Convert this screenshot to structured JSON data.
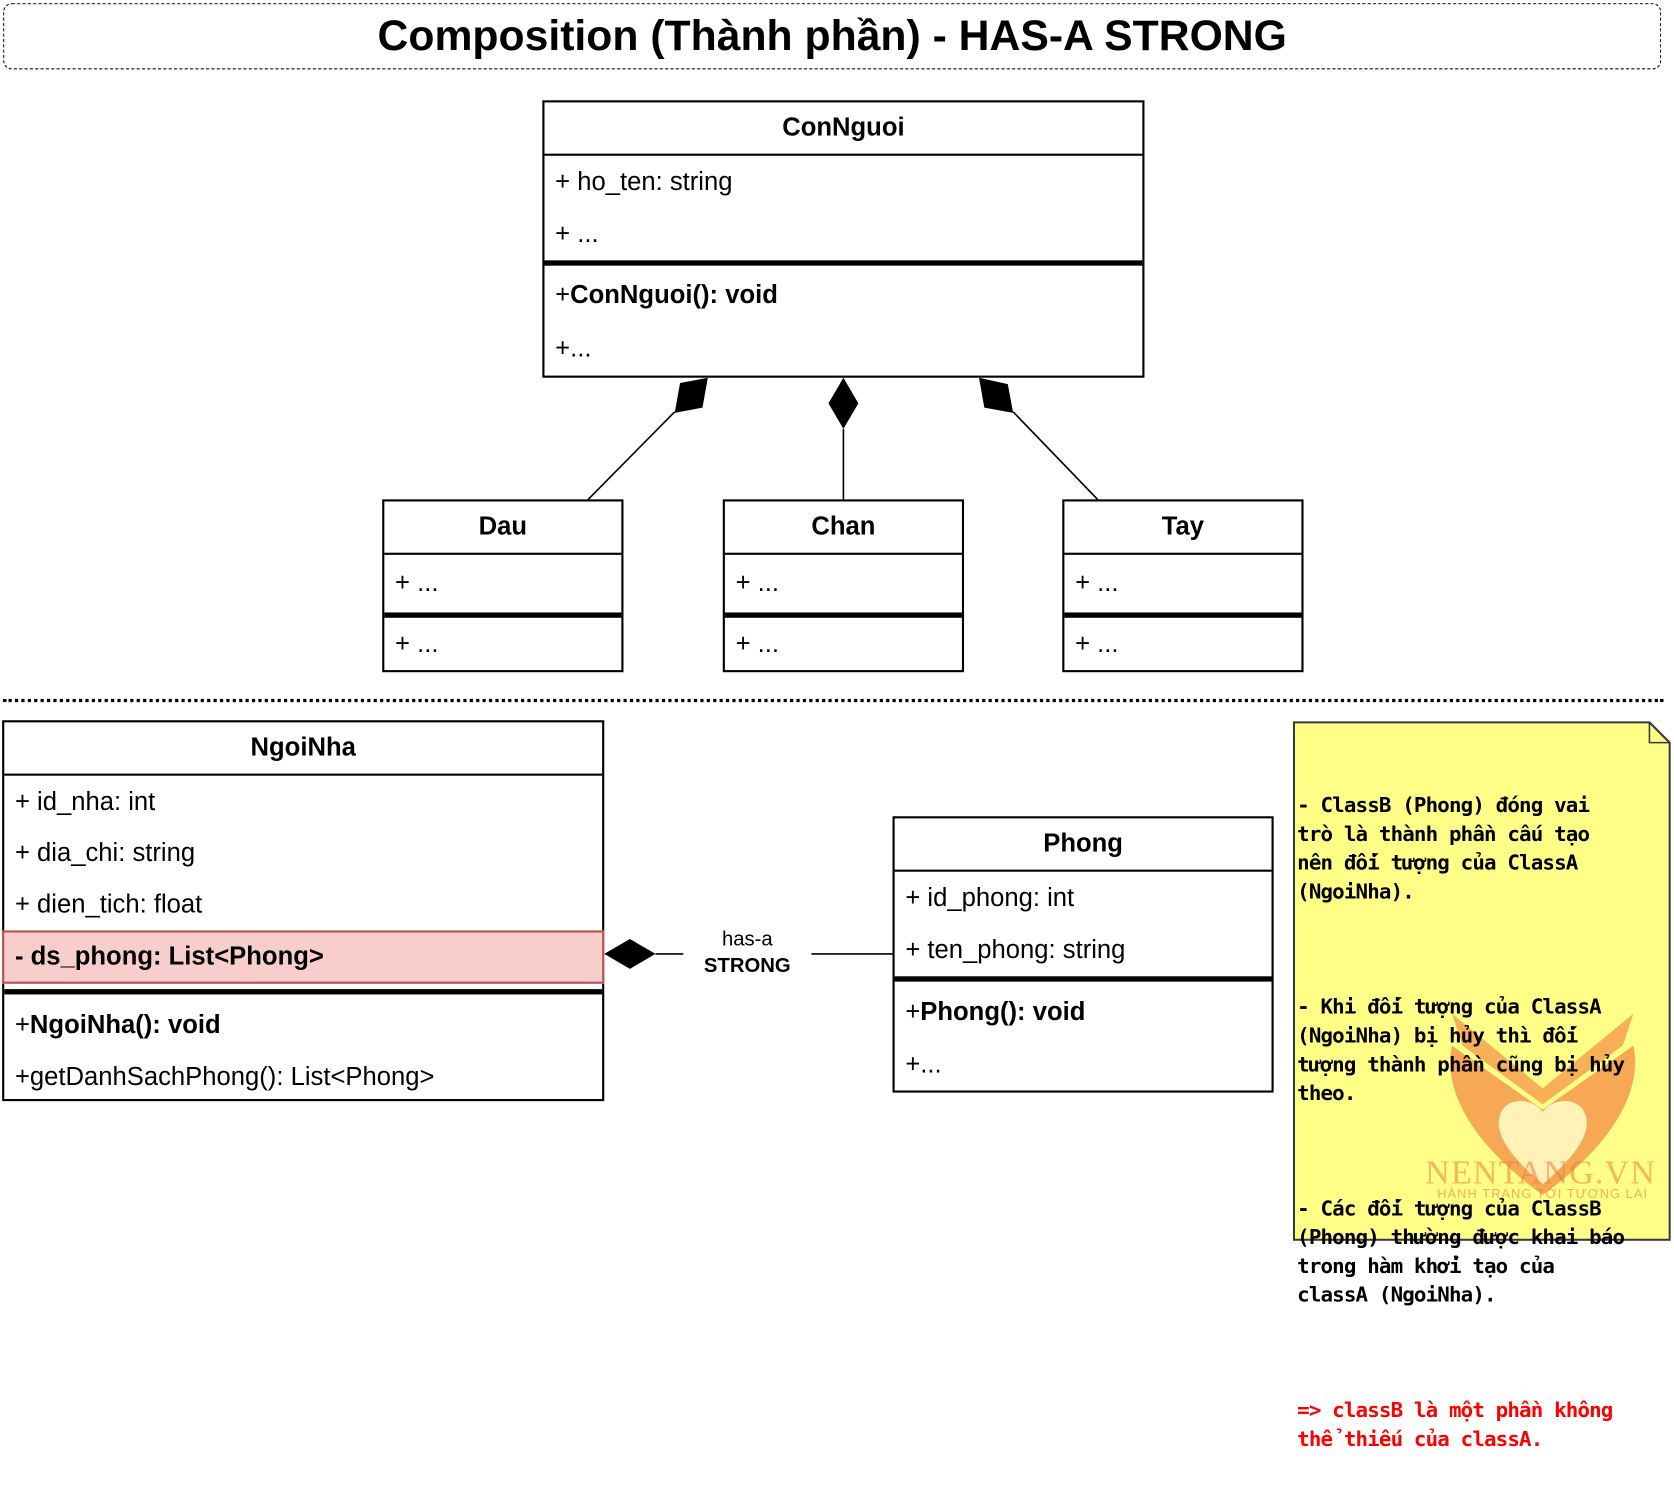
{
  "title": "Composition (Thành phần) - HAS-A STRONG",
  "top_diagram": {
    "whole": {
      "name": "ConNguoi",
      "attributes": [
        "+ ho_ten: string",
        "+ ..."
      ],
      "methods": [
        {
          "prefix": "+ ",
          "text": "ConNguoi(): void",
          "bold": true
        },
        {
          "prefix": "+ ",
          "text": "...",
          "bold": false
        }
      ]
    },
    "parts": [
      {
        "name": "Dau",
        "attributes": [
          "+ ..."
        ],
        "methods": [
          "+ ..."
        ]
      },
      {
        "name": "Chan",
        "attributes": [
          "+ ..."
        ],
        "methods": [
          "+ ..."
        ]
      },
      {
        "name": "Tay",
        "attributes": [
          "+ ..."
        ],
        "methods": [
          "+ ..."
        ]
      }
    ],
    "relation": "composition"
  },
  "bottom_diagram": {
    "whole": {
      "name": "NgoiNha",
      "attributes": [
        {
          "text": "+ id_nha: int",
          "highlighted": false
        },
        {
          "text": "+ dia_chi: string",
          "highlighted": false
        },
        {
          "text": "+ dien_tich: float",
          "highlighted": false
        },
        {
          "text": "- ds_phong: List<Phong>",
          "highlighted": true
        }
      ],
      "methods": [
        {
          "prefix": "+ ",
          "text": "NgoiNha(): void",
          "bold": true
        },
        {
          "prefix": "+ ",
          "text": "getDanhSachPhong(): List<Phong>",
          "bold": false
        }
      ]
    },
    "part": {
      "name": "Phong",
      "attributes": [
        "+ id_phong: int",
        "+ ten_phong: string"
      ],
      "methods": [
        {
          "prefix": "+ ",
          "text": "Phong(): void",
          "bold": true
        },
        {
          "prefix": "+ ",
          "text": "...",
          "bold": false
        }
      ]
    },
    "association_label_line1": "has-a",
    "association_label_line2": "STRONG"
  },
  "note": {
    "paragraphs": [
      "- ClassB (Phong) đóng vai\ntrò là thành phần cấu tạo\nnên đối tượng của ClassA\n(NgoiNha).",
      "- Khi đối tượng của ClassA\n(NgoiNha) bị hủy thì đối\ntượng thành phần cũng bị hủy\ntheo.",
      "- Các đối tượng của ClassB\n(Phong) thường được khai báo\ntrong hàm khởi tạo của\nclassA (NgoiNha)."
    ],
    "conclusion": "=> classB là một phần không\nthể thiếu của classA.",
    "colors": {
      "background": "#ffff88",
      "border": "#36393d",
      "conclusion": "#ff0000"
    }
  },
  "watermark": {
    "name": "NENTANG.VN",
    "tagline": "HÀNH TRANG TỚI TƯƠNG LAI"
  },
  "colors": {
    "highlight_fill": "#f8cecc",
    "highlight_border": "#b85450"
  }
}
